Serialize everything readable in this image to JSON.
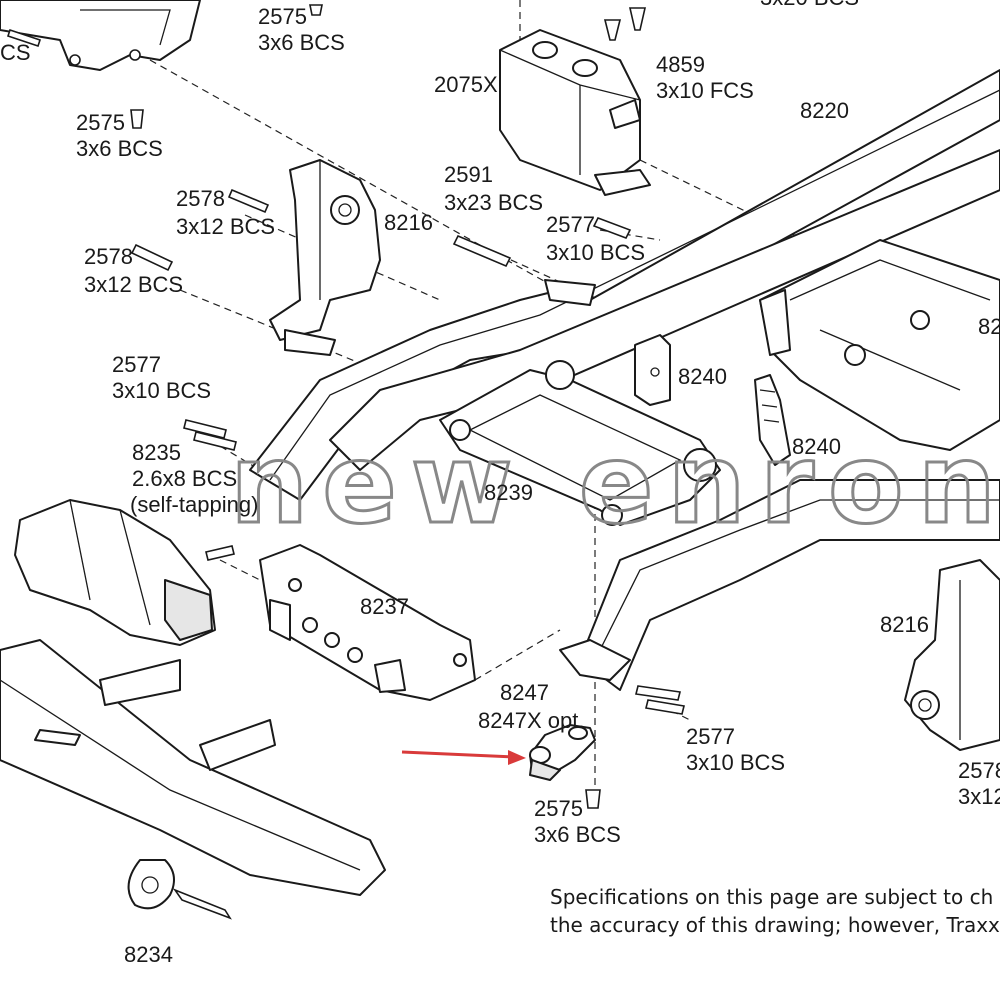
{
  "accent_color": "#d93a3a",
  "watermark": "new enron",
  "labels": {
    "p2575a_num": "2575",
    "p2575a_desc": "3x6 BCS",
    "p2575b_num": "2575",
    "p2575b_desc": "3x6 BCS",
    "p2575c_num": "2575",
    "p2575c_desc": "3x6 BCS",
    "p2075x": "2075X",
    "p4859_num": "4859",
    "p4859_desc": "3x10 FCS",
    "p8220": "8220",
    "p2578a_num": "2578",
    "p2578a_desc": "3x12 BCS",
    "p2578b_num": "2578",
    "p2578b_desc": "3x12 BCS",
    "p2578c_num": "2578",
    "p2578c_desc": "3x12",
    "p8216a": "8216",
    "p8216b": "8216",
    "p2591_num": "2591",
    "p2591_desc": "3x23 BCS",
    "p2577a_num": "2577",
    "p2577a_desc": "3x10 BCS",
    "p2577b_num": "2577",
    "p2577b_desc": "3x10 BCS",
    "p2577c_num": "2577",
    "p2577c_desc": "3x10 BCS",
    "p8240a": "8240",
    "p8240b": "8240",
    "p82_cut": "82",
    "p8235_num": "8235",
    "p8235_desc": "2.6x8 BCS",
    "p8235_note": "(self-tapping)",
    "p8239": "8239",
    "p8237": "8237",
    "p8247": "8247",
    "p8247x": "8247X opt.",
    "p8234": "8234",
    "top_cut": "3x20 BCS",
    "top_left_cut": "CS"
  },
  "footer": {
    "line1": "Specifications on this page are subject to ch",
    "line2": "the accuracy of this drawing; however, Traxx"
  }
}
